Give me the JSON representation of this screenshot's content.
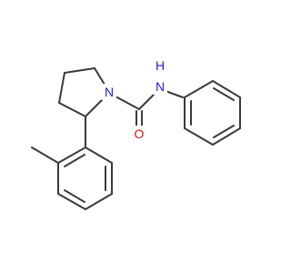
{
  "molecule": {
    "atoms": {
      "nitrogen_ring": {
        "symbol": "N",
        "color": "#1f1fd8"
      },
      "nitrogen_amide": {
        "symbol": "N",
        "color": "#1f1fd8"
      },
      "amide_hydrogen": {
        "symbol": "H",
        "color": "#1f1fd8"
      },
      "oxygen_carbonyl": {
        "symbol": "O",
        "color": "#e01010"
      }
    },
    "bond_color": "#3a3a3a",
    "background_color": "#ffffff"
  }
}
